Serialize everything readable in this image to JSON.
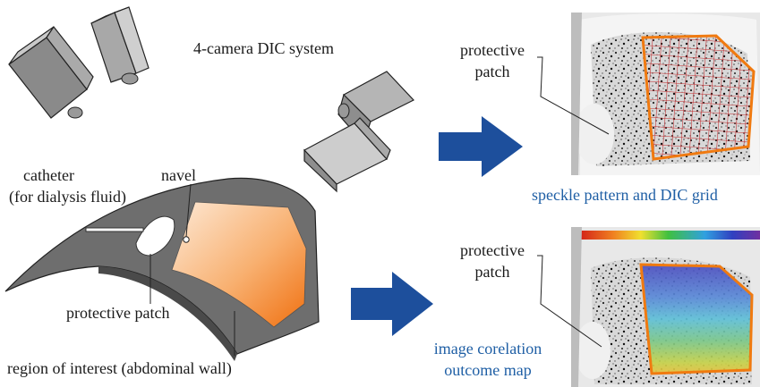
{
  "system_title": "4-camera DIC system",
  "labels": {
    "catheter_line1": "catheter",
    "catheter_line2": "(for dialysis fluid)",
    "navel": "navel",
    "protective_patch_left": "protective patch",
    "region_of_interest": "region of interest (abdominal wall)",
    "patch_top_line1": "protective",
    "patch_top_line2": "patch",
    "patch_bottom_line1": "protective",
    "patch_bottom_line2": "patch"
  },
  "captions": {
    "speckle": "speckle pattern and DIC grid",
    "outcome_line1": "image corelation",
    "outcome_line2": "outcome map"
  },
  "colors": {
    "arrow_blue": "#1d4f9c",
    "roi_orange": "#f07a10",
    "grid_red": "#c0282a",
    "caption_blue": "#1f5fa5"
  }
}
